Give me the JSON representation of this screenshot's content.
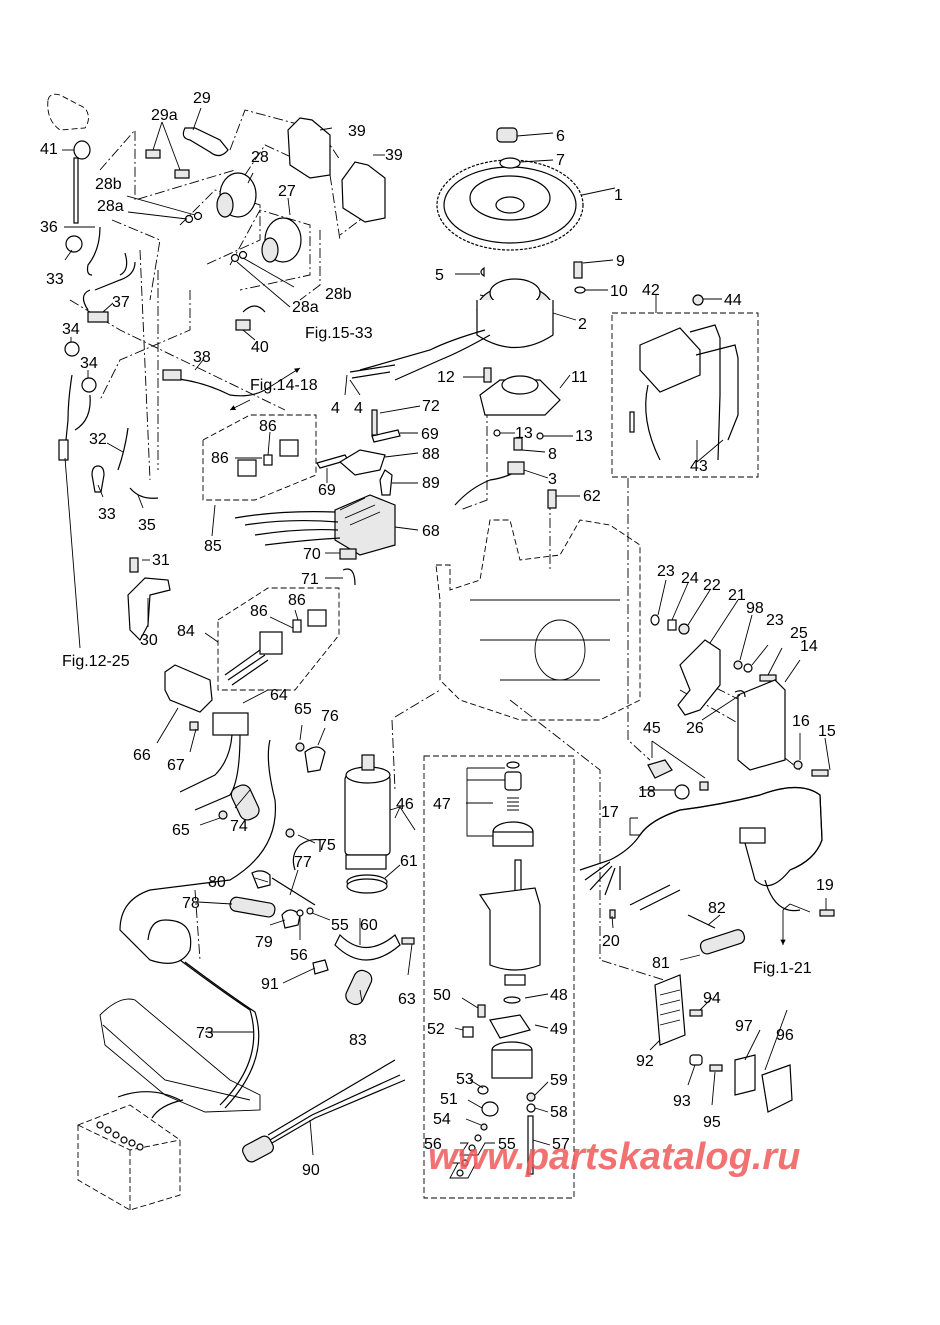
{
  "diagram": {
    "title": "Outboard electrical parts exploded view",
    "references": {
      "fig_15_33": "Fig.15-33",
      "fig_14_18": "Fig.14-18",
      "fig_12_25": "Fig.12-25",
      "fig_1_21": "Fig.1-21"
    },
    "callouts": [
      {
        "id": "p1",
        "text": "1"
      },
      {
        "id": "p2",
        "text": "2"
      },
      {
        "id": "p3",
        "text": "3"
      },
      {
        "id": "p4a",
        "text": "4"
      },
      {
        "id": "p4b",
        "text": "4"
      },
      {
        "id": "p5",
        "text": "5"
      },
      {
        "id": "p6",
        "text": "6"
      },
      {
        "id": "p7",
        "text": "7"
      },
      {
        "id": "p8",
        "text": "8"
      },
      {
        "id": "p9",
        "text": "9"
      },
      {
        "id": "p10",
        "text": "10"
      },
      {
        "id": "p11",
        "text": "11"
      },
      {
        "id": "p12",
        "text": "12"
      },
      {
        "id": "p13a",
        "text": "13"
      },
      {
        "id": "p13b",
        "text": "13"
      },
      {
        "id": "p14",
        "text": "14"
      },
      {
        "id": "p15",
        "text": "15"
      },
      {
        "id": "p16",
        "text": "16"
      },
      {
        "id": "p17",
        "text": "17"
      },
      {
        "id": "p18",
        "text": "18"
      },
      {
        "id": "p19",
        "text": "19"
      },
      {
        "id": "p20",
        "text": "20"
      },
      {
        "id": "p21",
        "text": "21"
      },
      {
        "id": "p22",
        "text": "22"
      },
      {
        "id": "p23a",
        "text": "23"
      },
      {
        "id": "p23b",
        "text": "23"
      },
      {
        "id": "p24",
        "text": "24"
      },
      {
        "id": "p25",
        "text": "25"
      },
      {
        "id": "p26",
        "text": "26"
      },
      {
        "id": "p27",
        "text": "27"
      },
      {
        "id": "p28",
        "text": "28"
      },
      {
        "id": "p28a1",
        "text": "28a"
      },
      {
        "id": "p28a2",
        "text": "28a"
      },
      {
        "id": "p28b1",
        "text": "28b"
      },
      {
        "id": "p28b2",
        "text": "28b"
      },
      {
        "id": "p29",
        "text": "29"
      },
      {
        "id": "p29a",
        "text": "29a"
      },
      {
        "id": "p30",
        "text": "30"
      },
      {
        "id": "p31",
        "text": "31"
      },
      {
        "id": "p32",
        "text": "32"
      },
      {
        "id": "p33a",
        "text": "33"
      },
      {
        "id": "p33b",
        "text": "33"
      },
      {
        "id": "p34a",
        "text": "34"
      },
      {
        "id": "p34b",
        "text": "34"
      },
      {
        "id": "p35",
        "text": "35"
      },
      {
        "id": "p36",
        "text": "36"
      },
      {
        "id": "p37",
        "text": "37"
      },
      {
        "id": "p38",
        "text": "38"
      },
      {
        "id": "p39a",
        "text": "39"
      },
      {
        "id": "p39b",
        "text": "39"
      },
      {
        "id": "p40",
        "text": "40"
      },
      {
        "id": "p41",
        "text": "41"
      },
      {
        "id": "p42",
        "text": "42"
      },
      {
        "id": "p43",
        "text": "43"
      },
      {
        "id": "p44",
        "text": "44"
      },
      {
        "id": "p45",
        "text": "45"
      },
      {
        "id": "p46",
        "text": "46"
      },
      {
        "id": "p47",
        "text": "47"
      },
      {
        "id": "p48",
        "text": "48"
      },
      {
        "id": "p49",
        "text": "49"
      },
      {
        "id": "p50",
        "text": "50"
      },
      {
        "id": "p51",
        "text": "51"
      },
      {
        "id": "p52",
        "text": "52"
      },
      {
        "id": "p53",
        "text": "53"
      },
      {
        "id": "p54",
        "text": "54"
      },
      {
        "id": "p55a",
        "text": "55"
      },
      {
        "id": "p55b",
        "text": "55"
      },
      {
        "id": "p56a",
        "text": "56"
      },
      {
        "id": "p56b",
        "text": "56"
      },
      {
        "id": "p57",
        "text": "57"
      },
      {
        "id": "p58",
        "text": "58"
      },
      {
        "id": "p59",
        "text": "59"
      },
      {
        "id": "p60",
        "text": "60"
      },
      {
        "id": "p61",
        "text": "61"
      },
      {
        "id": "p62",
        "text": "62"
      },
      {
        "id": "p63",
        "text": "63"
      },
      {
        "id": "p64",
        "text": "64"
      },
      {
        "id": "p65a",
        "text": "65"
      },
      {
        "id": "p65b",
        "text": "65"
      },
      {
        "id": "p66",
        "text": "66"
      },
      {
        "id": "p67",
        "text": "67"
      },
      {
        "id": "p68",
        "text": "68"
      },
      {
        "id": "p69a",
        "text": "69"
      },
      {
        "id": "p69b",
        "text": "69"
      },
      {
        "id": "p70",
        "text": "70"
      },
      {
        "id": "p71",
        "text": "71"
      },
      {
        "id": "p72",
        "text": "72"
      },
      {
        "id": "p73",
        "text": "73"
      },
      {
        "id": "p74",
        "text": "74"
      },
      {
        "id": "p75",
        "text": "75"
      },
      {
        "id": "p76",
        "text": "76"
      },
      {
        "id": "p77",
        "text": "77"
      },
      {
        "id": "p78",
        "text": "78"
      },
      {
        "id": "p79",
        "text": "79"
      },
      {
        "id": "p80",
        "text": "80"
      },
      {
        "id": "p81",
        "text": "81"
      },
      {
        "id": "p82",
        "text": "82"
      },
      {
        "id": "p83",
        "text": "83"
      },
      {
        "id": "p84",
        "text": "84"
      },
      {
        "id": "p85",
        "text": "85"
      },
      {
        "id": "p86a",
        "text": "86"
      },
      {
        "id": "p86b",
        "text": "86"
      },
      {
        "id": "p86c",
        "text": "86"
      },
      {
        "id": "p86d",
        "text": "86"
      },
      {
        "id": "p88",
        "text": "88"
      },
      {
        "id": "p89",
        "text": "89"
      },
      {
        "id": "p90",
        "text": "90"
      },
      {
        "id": "p91",
        "text": "91"
      },
      {
        "id": "p92",
        "text": "92"
      },
      {
        "id": "p93",
        "text": "93"
      },
      {
        "id": "p94",
        "text": "94"
      },
      {
        "id": "p95",
        "text": "95"
      },
      {
        "id": "p96",
        "text": "96"
      },
      {
        "id": "p97",
        "text": "97"
      },
      {
        "id": "p98",
        "text": "98"
      }
    ],
    "watermark": "www.partskatalog.ru",
    "watermark_color": "#f05a5a"
  }
}
